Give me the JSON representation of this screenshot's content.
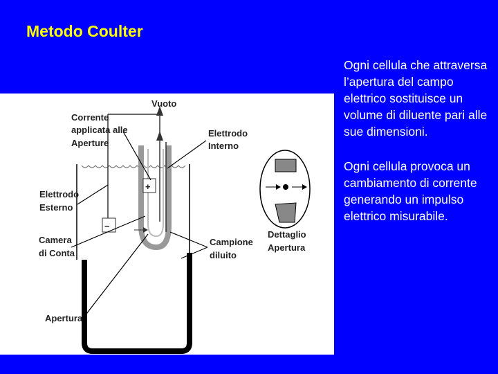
{
  "slide": {
    "title": "Metodo Coulter",
    "bullets": [
      "Ogni cellula che attraversa l’apertura del campo elettrico sostituisce un volume di diluente pari alle sue dimensioni.",
      "Ogni cellula provoca un cambiamento di corrente generando un impulso elettrico misurabile."
    ]
  },
  "diagram": {
    "labels": {
      "vuoto": "Vuoto",
      "corrente_1": "Corrente",
      "corrente_2": "applicata alle",
      "corrente_3": "Aperture",
      "elettrodo_interno_1": "Elettrodo",
      "elettrodo_interno_2": "Interno",
      "elettrodo_esterno_1": "Elettrodo",
      "elettrodo_esterno_2": "Esterno",
      "camera_1": "Camera",
      "camera_2": "di Conta",
      "campione_1": "Campione",
      "campione_2": "diluito",
      "dettaglio_1": "Dettaglio",
      "dettaglio_2": "Apertura",
      "apertura": "Apertura",
      "plus": "+",
      "minus": "−"
    }
  },
  "colors": {
    "background": "#0000ff",
    "title": "#ffff00",
    "bullet_text": "#ffffff",
    "panel": "#ffffff",
    "beaker": "#000000",
    "tube": "#999999"
  }
}
